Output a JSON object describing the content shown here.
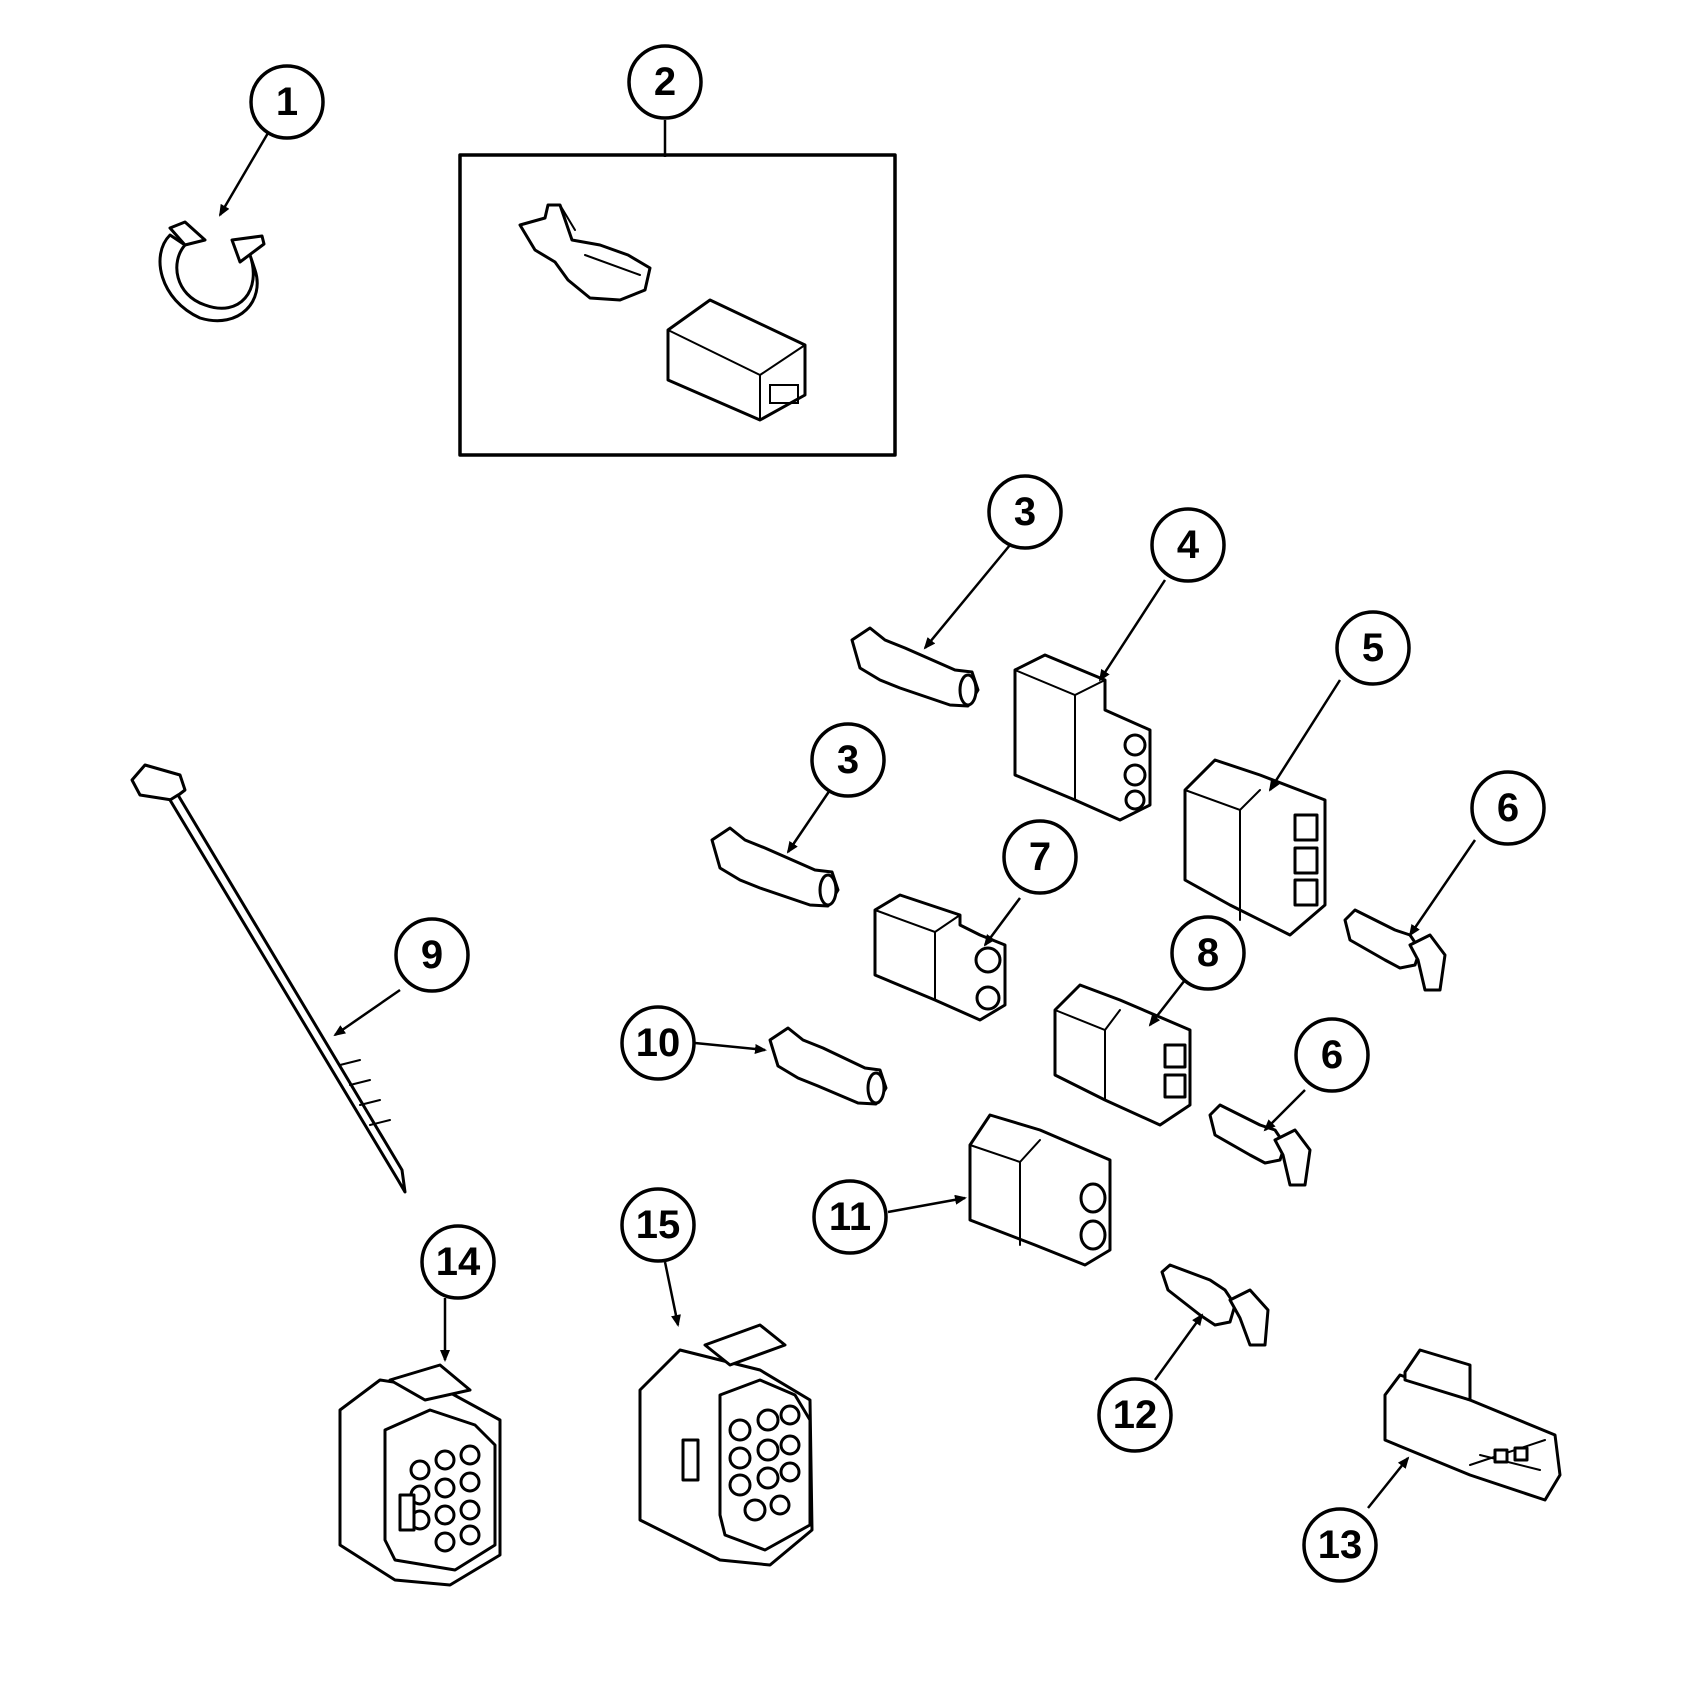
{
  "callouts": [
    "1",
    "2",
    "3",
    "3",
    "4",
    "5",
    "6",
    "6",
    "7",
    "8",
    "9",
    "10",
    "11",
    "12",
    "13",
    "14",
    "15"
  ]
}
